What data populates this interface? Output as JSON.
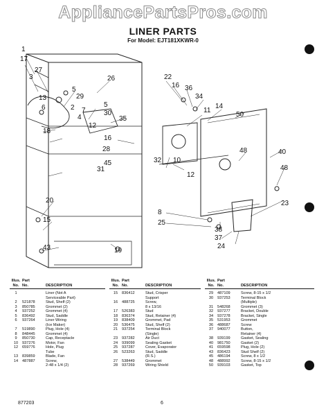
{
  "watermark": "AppliancePartsPros.com",
  "title": "LINER PARTS",
  "subtitle": "For Model: EJT181XKWR-0",
  "diagram": {
    "callouts": [
      "17",
      "1",
      "27",
      "3",
      "22",
      "16",
      "36",
      "34",
      "26",
      "5",
      "29",
      "5",
      "30",
      "11",
      "14",
      "50",
      "13",
      "6",
      "2",
      "7",
      "35",
      "4",
      "12",
      "18",
      "48",
      "40",
      "16",
      "28",
      "45",
      "31",
      "32",
      "10",
      "48",
      "12",
      "23",
      "8",
      "25",
      "20",
      "15",
      "38",
      "43",
      "19",
      "37",
      "24"
    ]
  },
  "columns": {
    "illus": "Illus.\nNo.",
    "part": "Part\nNo.",
    "description": "DESCRIPTION"
  },
  "parts_tables": [
    {
      "rows": [
        {
          "illus": "1",
          "part": "",
          "desc": "Liner (Not A\nServiceable Part)"
        },
        {
          "illus": "2",
          "part": "521878",
          "desc": "Stud, Shelf (2)"
        },
        {
          "illus": "3",
          "part": "850785",
          "desc": "Grommet (2)"
        },
        {
          "illus": "4",
          "part": "937252",
          "desc": "Grommet (4)"
        },
        {
          "illus": "5",
          "part": "836492",
          "desc": "Stud, Saddle"
        },
        {
          "illus": "6",
          "part": "937264",
          "desc": "Liner Wiring\n(Ice Maker)"
        },
        {
          "illus": "7",
          "part": "519890",
          "desc": "Plug, Hole (4)"
        },
        {
          "illus": "8",
          "part": "848445",
          "desc": "Grommet (4)"
        },
        {
          "illus": "9",
          "part": "850730",
          "desc": "Cap, Receptacle"
        },
        {
          "illus": "10",
          "part": "937276",
          "desc": "Motor, Fan"
        },
        {
          "illus": "12",
          "part": "659776",
          "desc": "Hole, Plug\nTube"
        },
        {
          "illus": "13",
          "part": "839859",
          "desc": "Blade, Fan"
        },
        {
          "illus": "14",
          "part": "487887",
          "desc": "Screw,\n2-48 x 1/4 (2)"
        }
      ]
    },
    {
      "rows": [
        {
          "illus": "15",
          "part": "836412",
          "desc": "Stud, Crisper\nSupport"
        },
        {
          "illus": "16",
          "part": "488725",
          "desc": "Screw,\n8 x 13/16"
        },
        {
          "illus": "17",
          "part": "526383",
          "desc": "Stud"
        },
        {
          "illus": "18",
          "part": "836374",
          "desc": "Stud, Retainer (4)"
        },
        {
          "illus": "19",
          "part": "838409",
          "desc": "Grommet, Pad"
        },
        {
          "illus": "20",
          "part": "536475",
          "desc": "Stud, Shelf (2)"
        },
        {
          "illus": "21",
          "part": "937254",
          "desc": "Terminal Block\n(Single)"
        },
        {
          "illus": "23",
          "part": "937282",
          "desc": "Air Duct"
        },
        {
          "illus": "24",
          "part": "939099",
          "desc": "Sealing Gasket"
        },
        {
          "illus": "25",
          "part": "937287",
          "desc": "Cover, Evaporator"
        },
        {
          "illus": "26",
          "part": "523263",
          "desc": "Stud, Saddle\n(R.S.)"
        },
        {
          "illus": "27",
          "part": "538449",
          "desc": "Grommet"
        },
        {
          "illus": "28",
          "part": "937269",
          "desc": "Wiring Shield"
        }
      ]
    },
    {
      "rows": [
        {
          "illus": "29",
          "part": "487109",
          "desc": "Screw, 8-15 x 1/2"
        },
        {
          "illus": "30",
          "part": "937253",
          "desc": "Terminal Block\n(Multiple)"
        },
        {
          "illus": "31",
          "part": "548268",
          "desc": "Grommet (3)"
        },
        {
          "illus": "32",
          "part": "937277",
          "desc": "Bracket, Double"
        },
        {
          "illus": "34",
          "part": "937278",
          "desc": "Bracket, Single"
        },
        {
          "illus": "35",
          "part": "531953",
          "desc": "Grommet"
        },
        {
          "illus": "36",
          "part": "488687",
          "desc": "Screw"
        },
        {
          "illus": "37",
          "part": "940077",
          "desc": "Button,\nRetainer (4)"
        },
        {
          "illus": "38",
          "part": "939199",
          "desc": "Gasket, Sealing"
        },
        {
          "illus": "40",
          "part": "981750",
          "desc": "Gasket (2)"
        },
        {
          "illus": "41",
          "part": "659598",
          "desc": "Plug, Hole (2)"
        },
        {
          "illus": "43",
          "part": "836423",
          "desc": "Stud Shelf (2)"
        },
        {
          "illus": "45",
          "part": "486194",
          "desc": "Screw, 8 x 1/2"
        },
        {
          "illus": "48",
          "part": "488992",
          "desc": "Screw, 8-15 x 1/2"
        },
        {
          "illus": "50",
          "part": "939103",
          "desc": "Gasket, Top"
        }
      ]
    }
  ],
  "footer": {
    "code": "877203",
    "page": "6"
  }
}
